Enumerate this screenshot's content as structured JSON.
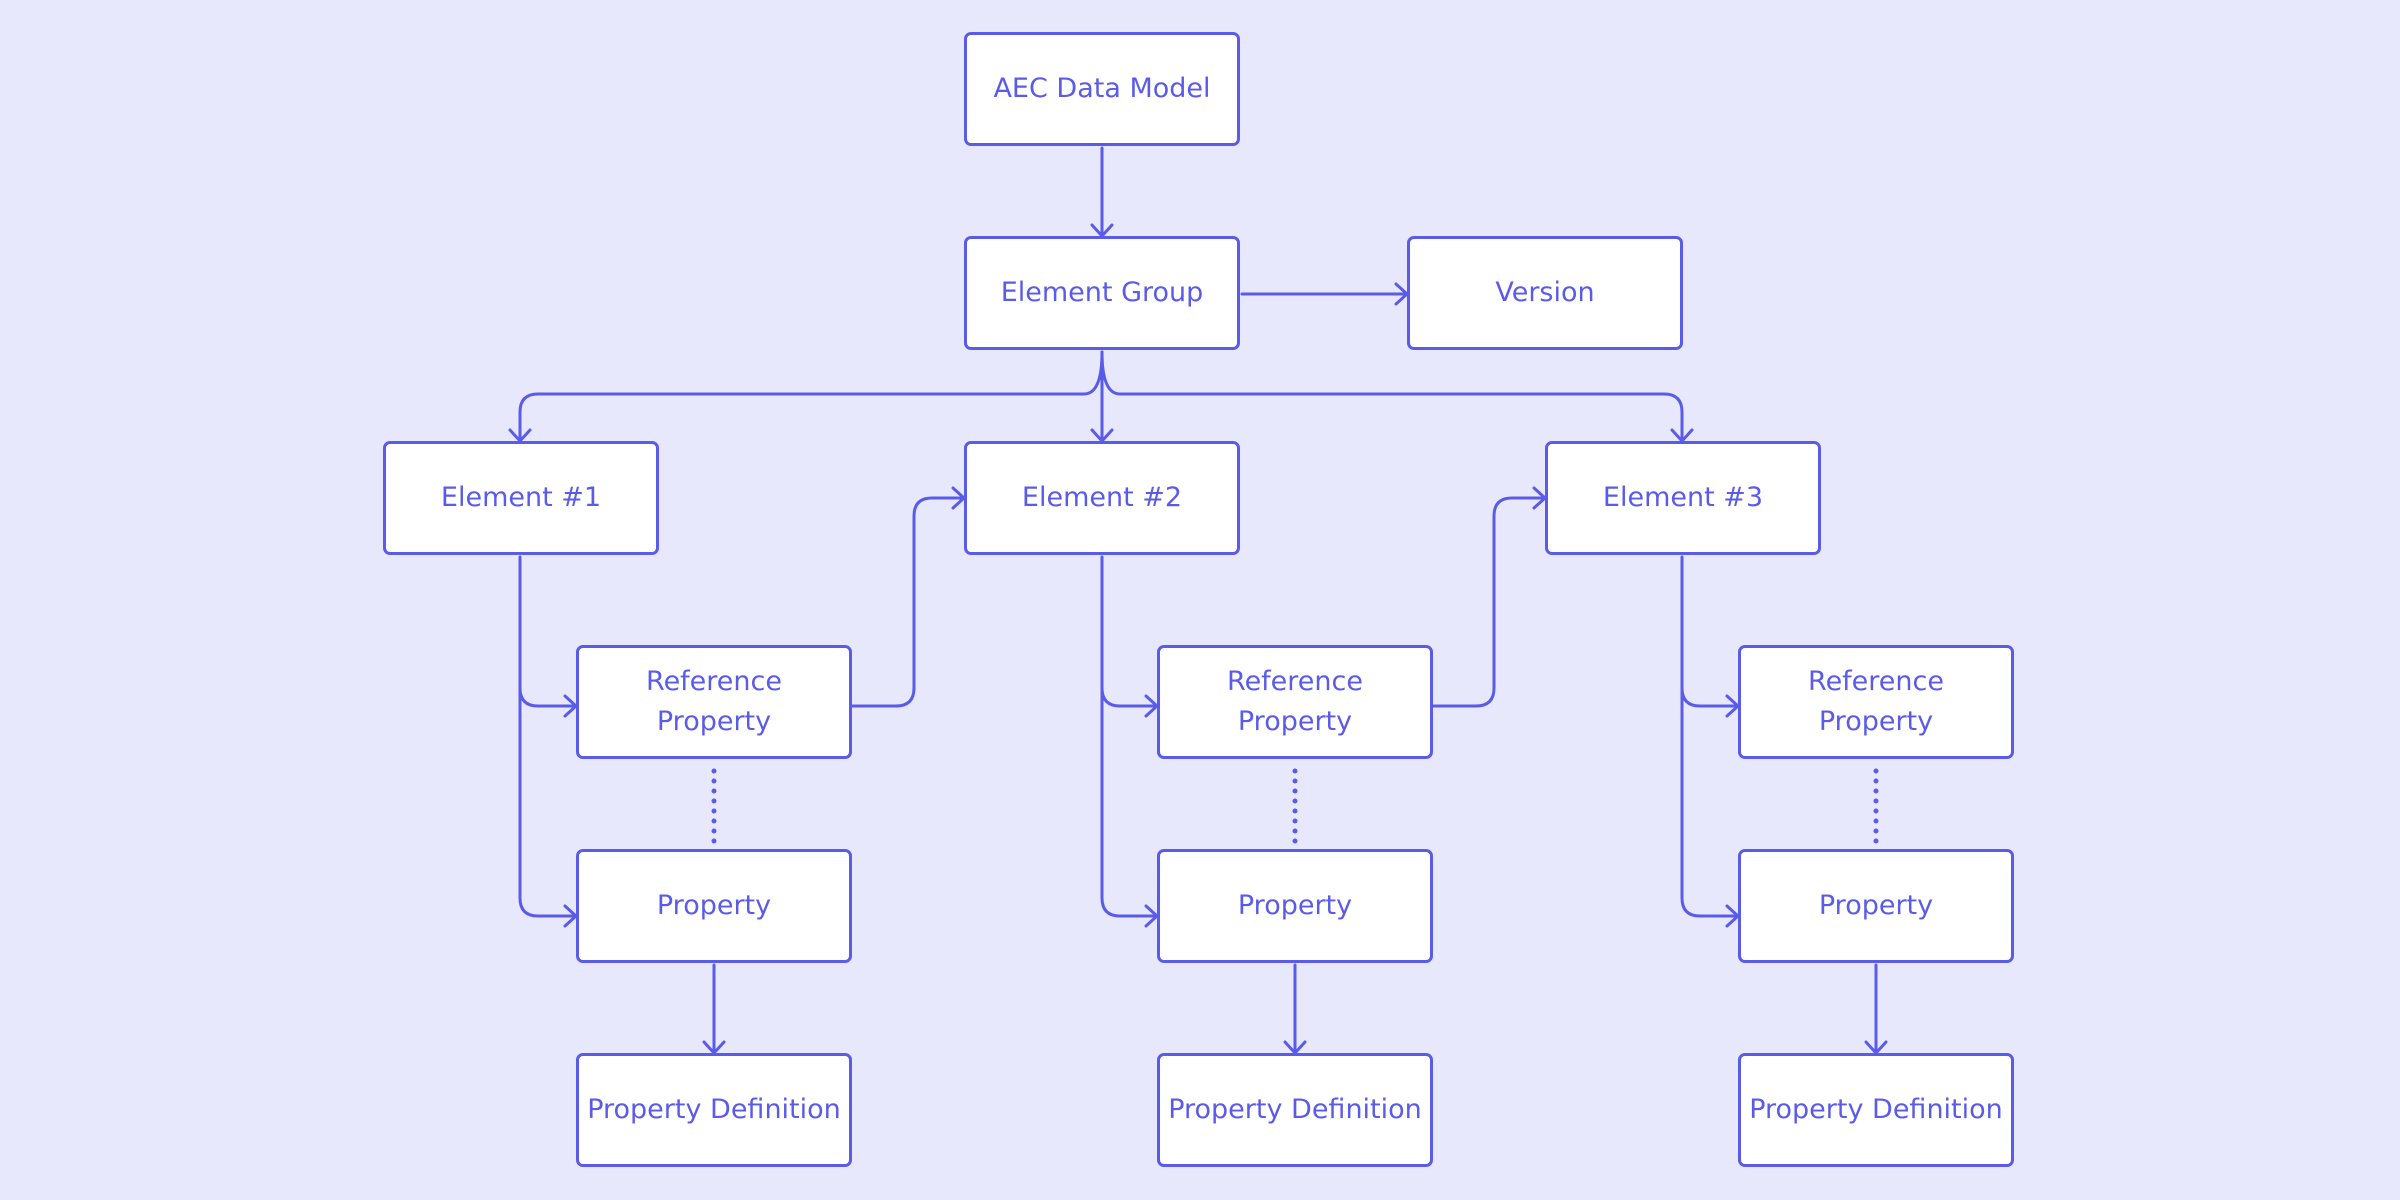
{
  "diagram": {
    "accent_color": "#5b5bea",
    "background_color": "#e8e8fc",
    "node_fill": "#ffffff",
    "nodes": {
      "aec_data_model": "AEC Data Model",
      "element_group": "Element Group",
      "version": "Version",
      "element_1": "Element #1",
      "element_2": "Element #2",
      "element_3": "Element #3",
      "ref_property_1": "Reference\nProperty",
      "ref_property_2": "Reference\nProperty",
      "ref_property_3": "Reference\nProperty",
      "property_1": "Property",
      "property_2": "Property",
      "property_3": "Property",
      "property_definition_1": "Property Definition",
      "property_definition_2": "Property Definition",
      "property_definition_3": "Property Definition"
    },
    "edges": [
      {
        "from": "aec_data_model",
        "to": "element_group",
        "style": "solid"
      },
      {
        "from": "element_group",
        "to": "version",
        "style": "solid"
      },
      {
        "from": "element_group",
        "to": "element_1",
        "style": "solid"
      },
      {
        "from": "element_group",
        "to": "element_2",
        "style": "solid"
      },
      {
        "from": "element_group",
        "to": "element_3",
        "style": "solid"
      },
      {
        "from": "element_1",
        "to": "ref_property_1",
        "style": "solid"
      },
      {
        "from": "element_1",
        "to": "property_1",
        "style": "solid"
      },
      {
        "from": "ref_property_1",
        "to": "element_2",
        "style": "solid"
      },
      {
        "from": "ref_property_1",
        "to": "property_1",
        "style": "dotted"
      },
      {
        "from": "property_1",
        "to": "property_definition_1",
        "style": "solid"
      },
      {
        "from": "element_2",
        "to": "ref_property_2",
        "style": "solid"
      },
      {
        "from": "element_2",
        "to": "property_2",
        "style": "solid"
      },
      {
        "from": "ref_property_2",
        "to": "element_3",
        "style": "solid"
      },
      {
        "from": "ref_property_2",
        "to": "property_2",
        "style": "dotted"
      },
      {
        "from": "property_2",
        "to": "property_definition_2",
        "style": "solid"
      },
      {
        "from": "element_3",
        "to": "ref_property_3",
        "style": "solid"
      },
      {
        "from": "element_3",
        "to": "property_3",
        "style": "solid"
      },
      {
        "from": "ref_property_3",
        "to": "property_3",
        "style": "dotted"
      },
      {
        "from": "property_3",
        "to": "property_definition_3",
        "style": "solid"
      }
    ]
  }
}
